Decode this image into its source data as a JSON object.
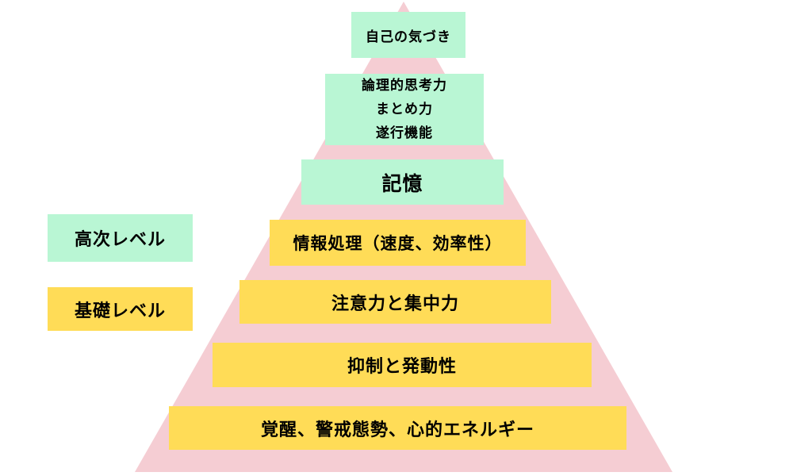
{
  "pyramid": {
    "type": "pyramid-hierarchy",
    "colors": {
      "pink": "#f5cdd3",
      "green": "#b9f6d4",
      "yellow": "#ffdc57",
      "text": "#000000"
    },
    "side_labels": [
      {
        "id": "higher-level",
        "label": "高次レベル",
        "tier": "green"
      },
      {
        "id": "basic-level",
        "label": "基礎レベル",
        "tier": "yellow"
      }
    ],
    "levels": [
      {
        "id": "self-awareness",
        "label": "自己の気づき",
        "tier": "green"
      },
      {
        "id": "executive-function",
        "label": "論理的思考力\nまとめ力\n遂行機能",
        "tier": "green"
      },
      {
        "id": "memory",
        "label": "記憶",
        "tier": "green"
      },
      {
        "id": "processing",
        "label": "情報処理（速度、効率性）",
        "tier": "yellow"
      },
      {
        "id": "attention",
        "label": "注意力と集中力",
        "tier": "yellow"
      },
      {
        "id": "inhibition",
        "label": "抑制と発動性",
        "tier": "yellow"
      },
      {
        "id": "arousal",
        "label": "覚醒、警戒態勢、心的エネルギー",
        "tier": "yellow"
      }
    ]
  }
}
